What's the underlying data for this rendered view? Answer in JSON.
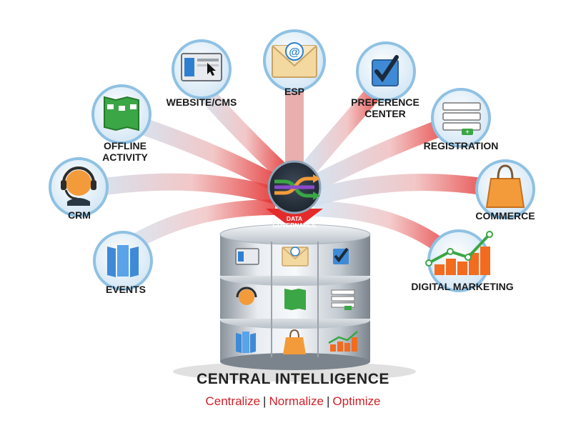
{
  "colors": {
    "beam_red": "#e42a2a",
    "beam_blue": "#9fc9e6",
    "circle_fill": "#e8f2fa",
    "circle_ring": "#8fc1e3",
    "title": "#222222",
    "accent": "#d0202a"
  },
  "hub": {
    "label_line1": "DATA",
    "label_line2": "GOVERNANCE",
    "icon": "shuffle-icon"
  },
  "sources": [
    {
      "id": "website-cms",
      "label": "WEBSITE/CMS",
      "icon": "browser-window-icon"
    },
    {
      "id": "esp",
      "label": "ESP",
      "icon": "email-envelope-icon"
    },
    {
      "id": "preference-center",
      "label_line1": "PREFERENCE",
      "label_line2": "CENTER",
      "icon": "checkbox-icon"
    },
    {
      "id": "offline-activity",
      "label_line1": "OFFLINE",
      "label_line2": "ACTIVITY",
      "icon": "brochure-icon"
    },
    {
      "id": "registration",
      "label": "REGISTRATION",
      "icon": "form-fields-icon"
    },
    {
      "id": "crm",
      "label": "CRM",
      "icon": "headset-agent-icon"
    },
    {
      "id": "commerce",
      "label": "COMMERCE",
      "icon": "shopping-bag-icon"
    },
    {
      "id": "events",
      "label": "EVENTS",
      "icon": "booth-display-icon"
    },
    {
      "id": "digital-marketing",
      "label": "DIGITAL MARKETING",
      "icon": "growth-chart-icon"
    }
  ],
  "database": {
    "icon": "database-cylinder-icon"
  },
  "title": "CENTRAL INTELLIGENCE",
  "tagline": {
    "part1": "Centralize",
    "part2": "Normalize",
    "part3": "Optimize",
    "separator": "|"
  }
}
